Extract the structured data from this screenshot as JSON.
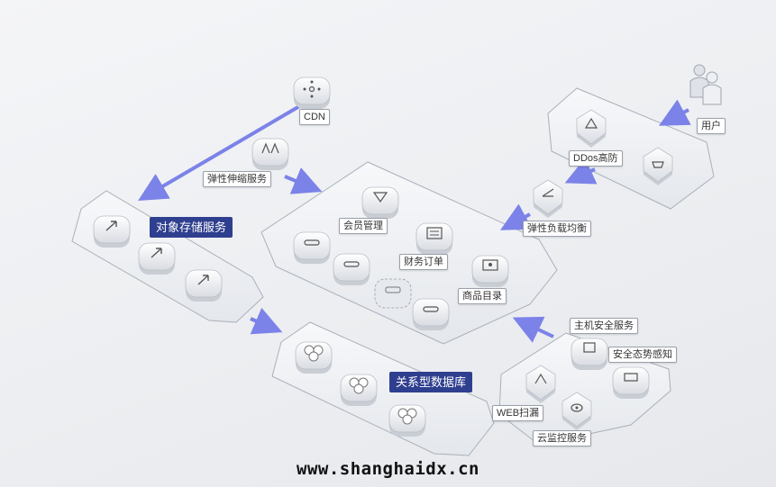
{
  "nodes": {
    "cdn": "CDN",
    "autoscale": "弹性伸缩服务",
    "object_storage": "对象存储服务",
    "member_mgmt": "会员管理",
    "finance_orders": "财务订单",
    "product_catalog": "商品目录",
    "relational_db": "关系型数据库",
    "ddos": "DDos高防",
    "user": "用户",
    "load_balancer": "弹性负载均衡",
    "host_security": "主机安全服务",
    "situational_awareness": "安全态势感知",
    "web_scan": "WEB扫漏",
    "cloud_monitor": "云监控服务"
  },
  "watermark": "www.shanghaidx.cn",
  "colors": {
    "arrow": "#7b82e8",
    "header_bg": "#2f3f8f",
    "platform": "#eef0f4"
  }
}
